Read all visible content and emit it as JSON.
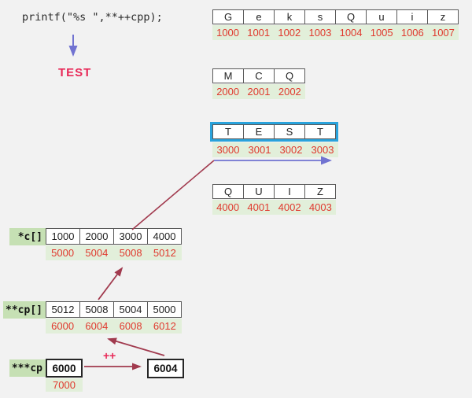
{
  "code": "printf(\"%s \",**++cpp);",
  "result": "TEST",
  "increment": "++",
  "incremented_value": "6004",
  "colors": {
    "background": "#f2f2f2",
    "cell_border": "#595959",
    "address_text": "#e0392e",
    "label_bg": "#c6e0b4",
    "address_strip_bg": "#e2efda",
    "highlight_border": "#29a3dc",
    "result_text": "#e82857",
    "arrow_red": "#a13a4e",
    "arrow_blue": "#7173d1"
  },
  "string_rows": [
    {
      "name": "geksquiz",
      "cells": [
        "G",
        "e",
        "k",
        "s",
        "Q",
        "u",
        "i",
        "z"
      ],
      "addresses": [
        "1000",
        "1001",
        "1002",
        "1003",
        "1004",
        "1005",
        "1006",
        "1007"
      ],
      "highlighted": false
    },
    {
      "name": "mcq",
      "cells": [
        "M",
        "C",
        "Q"
      ],
      "addresses": [
        "2000",
        "2001",
        "2002"
      ],
      "highlighted": false
    },
    {
      "name": "test",
      "cells": [
        "T",
        "E",
        "S",
        "T"
      ],
      "addresses": [
        "3000",
        "3001",
        "3002",
        "3003"
      ],
      "highlighted": true
    },
    {
      "name": "quiz",
      "cells": [
        "Q",
        "U",
        "I",
        "Z"
      ],
      "addresses": [
        "4000",
        "4001",
        "4002",
        "4003"
      ],
      "highlighted": false
    }
  ],
  "pointer_rows": [
    {
      "label": "*c[]",
      "cells": [
        "1000",
        "2000",
        "3000",
        "4000"
      ],
      "addresses": [
        "5000",
        "5004",
        "5008",
        "5012"
      ]
    },
    {
      "label": "**cp[]",
      "cells": [
        "5012",
        "5008",
        "5004",
        "5000"
      ],
      "addresses": [
        "6000",
        "6004",
        "6008",
        "6012"
      ]
    },
    {
      "label": "***cp",
      "cells": [
        "6000"
      ],
      "addresses": [
        "7000"
      ]
    }
  ]
}
